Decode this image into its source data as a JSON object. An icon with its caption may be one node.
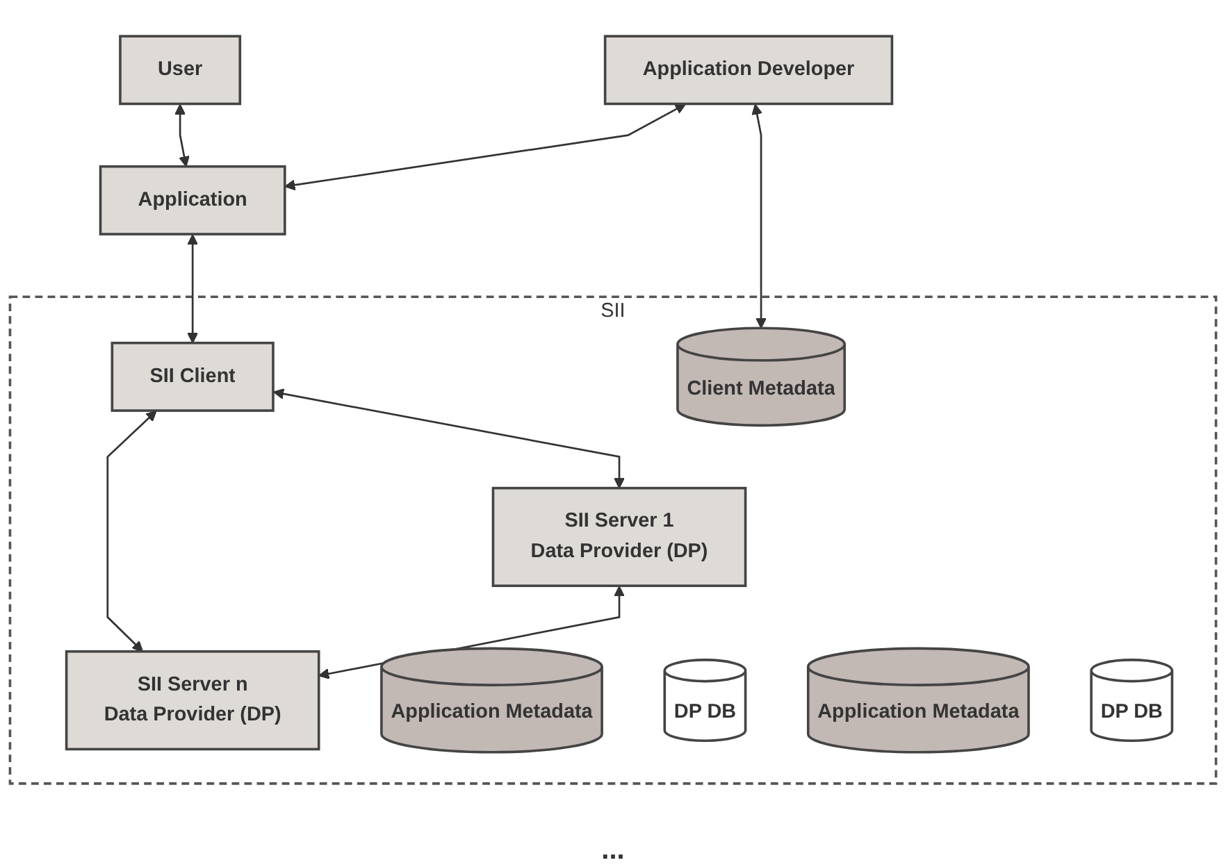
{
  "diagram": {
    "nodes": [
      {
        "text": [
          "User"
        ]
      },
      {
        "text": [
          "Application Developer"
        ]
      },
      {
        "text": [
          "Application"
        ]
      },
      {
        "text": [
          "SII"
        ]
      },
      {
        "text": [
          "SII Client"
        ],
        "in": 3
      },
      {
        "text": [
          "Client Metadata"
        ],
        "in": 3
      },
      {
        "text": [
          "SII Server 1",
          "Data Provider (DP)"
        ],
        "in": 3
      },
      {
        "text": [
          "SII Server n",
          "Data Provider (DP)"
        ],
        "in": 3
      },
      {
        "text": [
          "Application Metadata"
        ],
        "in": 3
      },
      {
        "text": [
          "DP DB"
        ],
        "in": 3
      },
      {
        "text": [
          "Application Metadata"
        ],
        "in": 3
      },
      {
        "text": [
          "DP DB"
        ],
        "in": 3
      }
    ],
    "edges": [
      {
        "from": 0,
        "to": 2,
        "arrow": "both"
      },
      {
        "from": 1,
        "to": 2,
        "arrow": "both"
      },
      {
        "from": 2,
        "to": 4,
        "arrow": "both"
      },
      {
        "from": 1,
        "to": 5,
        "arrow": "both"
      },
      {
        "from": 4,
        "to": 6,
        "arrow": "both"
      },
      {
        "from": 4,
        "to": 7,
        "arrow": "both"
      },
      {
        "from": 6,
        "to": 7,
        "arrow": "both"
      }
    ],
    "labels": [
      "..."
    ]
  }
}
